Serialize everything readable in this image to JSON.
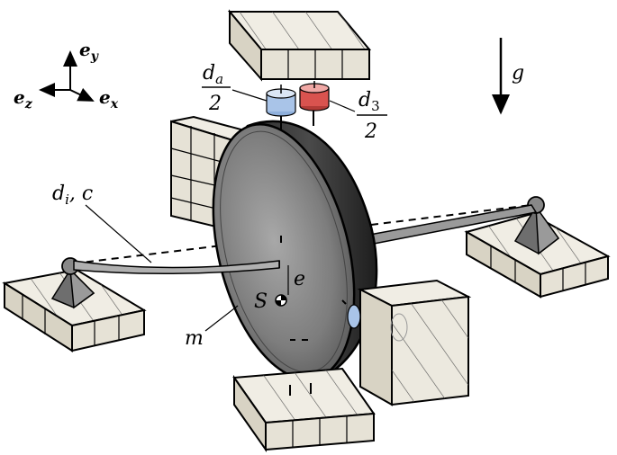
{
  "labels": {
    "ey": "e",
    "ey_sub": "y",
    "ez": "e",
    "ez_sub": "z",
    "ex": "e",
    "ex_sub": "x",
    "da_num": "d",
    "da_sub": "a",
    "da_den": "2",
    "d3_num": "d",
    "d3_sub": "3",
    "d3_den": "2",
    "g": "g",
    "di_c": "d",
    "di_c_sub": "i",
    "di_c_rest": ", c",
    "e": "e",
    "S": "S",
    "m": "m"
  },
  "colors": {
    "block_fill": "#e6e2d6",
    "disk_fill": "#4a4a4a",
    "disk_face": "#7a7a7a",
    "bearing_blue": "#a9c4e8",
    "bearing_red": "#d9534f",
    "shaft": "#9a9a9a"
  }
}
